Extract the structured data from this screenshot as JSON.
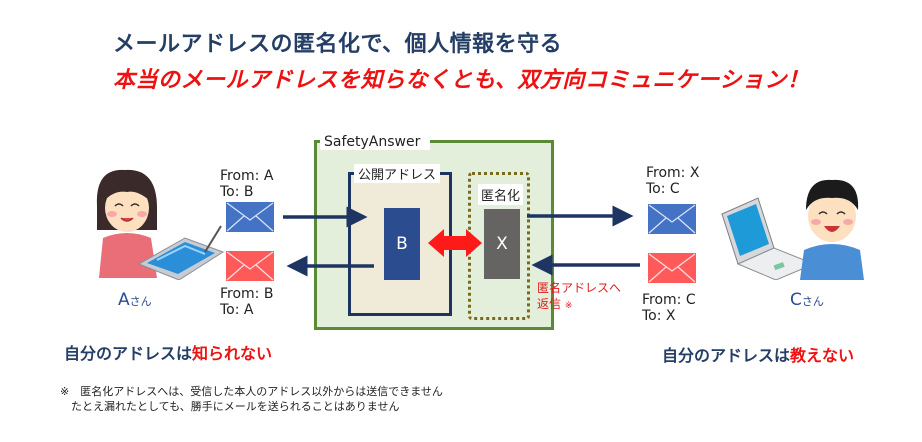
{
  "headline": {
    "line1": "メールアドレスの匿名化で、個人情報を守る",
    "line2": "本当のメールアドレスを知らなくとも、双方向コミュニケーション！"
  },
  "service": {
    "name": "SafetyAnswer",
    "public_address_label": "公開アドレス",
    "anonymize_label": "匿名化",
    "public_node": "B",
    "anon_node": "X"
  },
  "person_a": {
    "name": "A",
    "suffix": "さん",
    "outgoing_mail": {
      "from": "From: A",
      "to": "To: B"
    },
    "incoming_mail": {
      "from": "From: B",
      "to": "To: A"
    },
    "summary_prefix": "自分のアドレスは",
    "summary_highlight": "知られない"
  },
  "person_c": {
    "name": "C",
    "suffix": "さん",
    "incoming_mail": {
      "from": "From: X",
      "to": "To: C"
    },
    "outgoing_mail": {
      "from": "From: C",
      "to": "To: X"
    },
    "summary_prefix": "自分のアドレスは",
    "summary_highlight": "教えない"
  },
  "reply_note": {
    "line1": "匿名アドレスへ",
    "line2": "返信",
    "mark": "※"
  },
  "footnote": {
    "line1": "※　匿名化アドレスへは、受信した本人のアドレス以外からは送信できません",
    "line2": "たとえ漏れたとしても、勝手にメールを送られることはありません"
  },
  "colors": {
    "navy": "#253e66",
    "red": "#ee1111",
    "envelope_blue": "#4472c4",
    "envelope_red": "#ff5a5a",
    "safety_green": "#5a8a35"
  },
  "icons": {
    "person_a": "woman-with-tablet-icon",
    "person_c": "man-with-laptop-icon",
    "mail_sent": "envelope-blue-icon",
    "mail_reply": "envelope-red-icon",
    "exchange": "double-arrow-icon"
  }
}
